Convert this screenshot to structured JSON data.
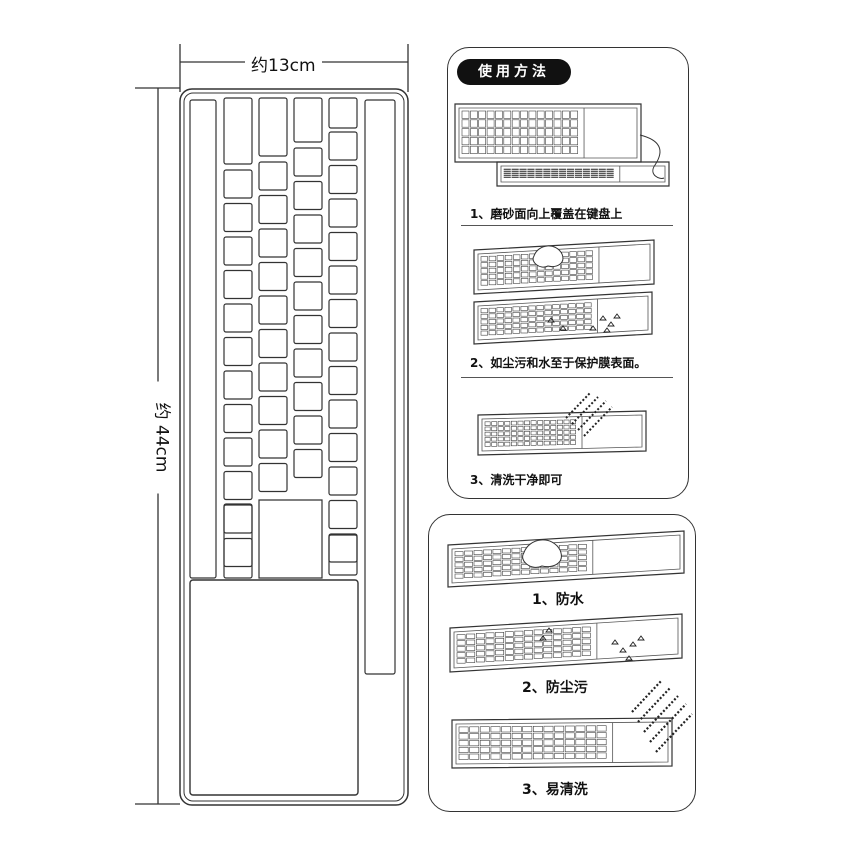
{
  "dimensions": {
    "width_label": "约13cm",
    "height_label": "约 44cm"
  },
  "usage": {
    "title": "使用方法",
    "steps": [
      "1、磨砂面向上覆盖在键盘上",
      "2、如尘污和水至于保护膜表面。",
      "3、清洗干净即可"
    ]
  },
  "features": [
    "1、防水",
    "2、防尘污",
    "3、易清洗"
  ],
  "colors": {
    "line": "#333333",
    "title_bg": "#111111",
    "title_text": "#ffffff"
  }
}
